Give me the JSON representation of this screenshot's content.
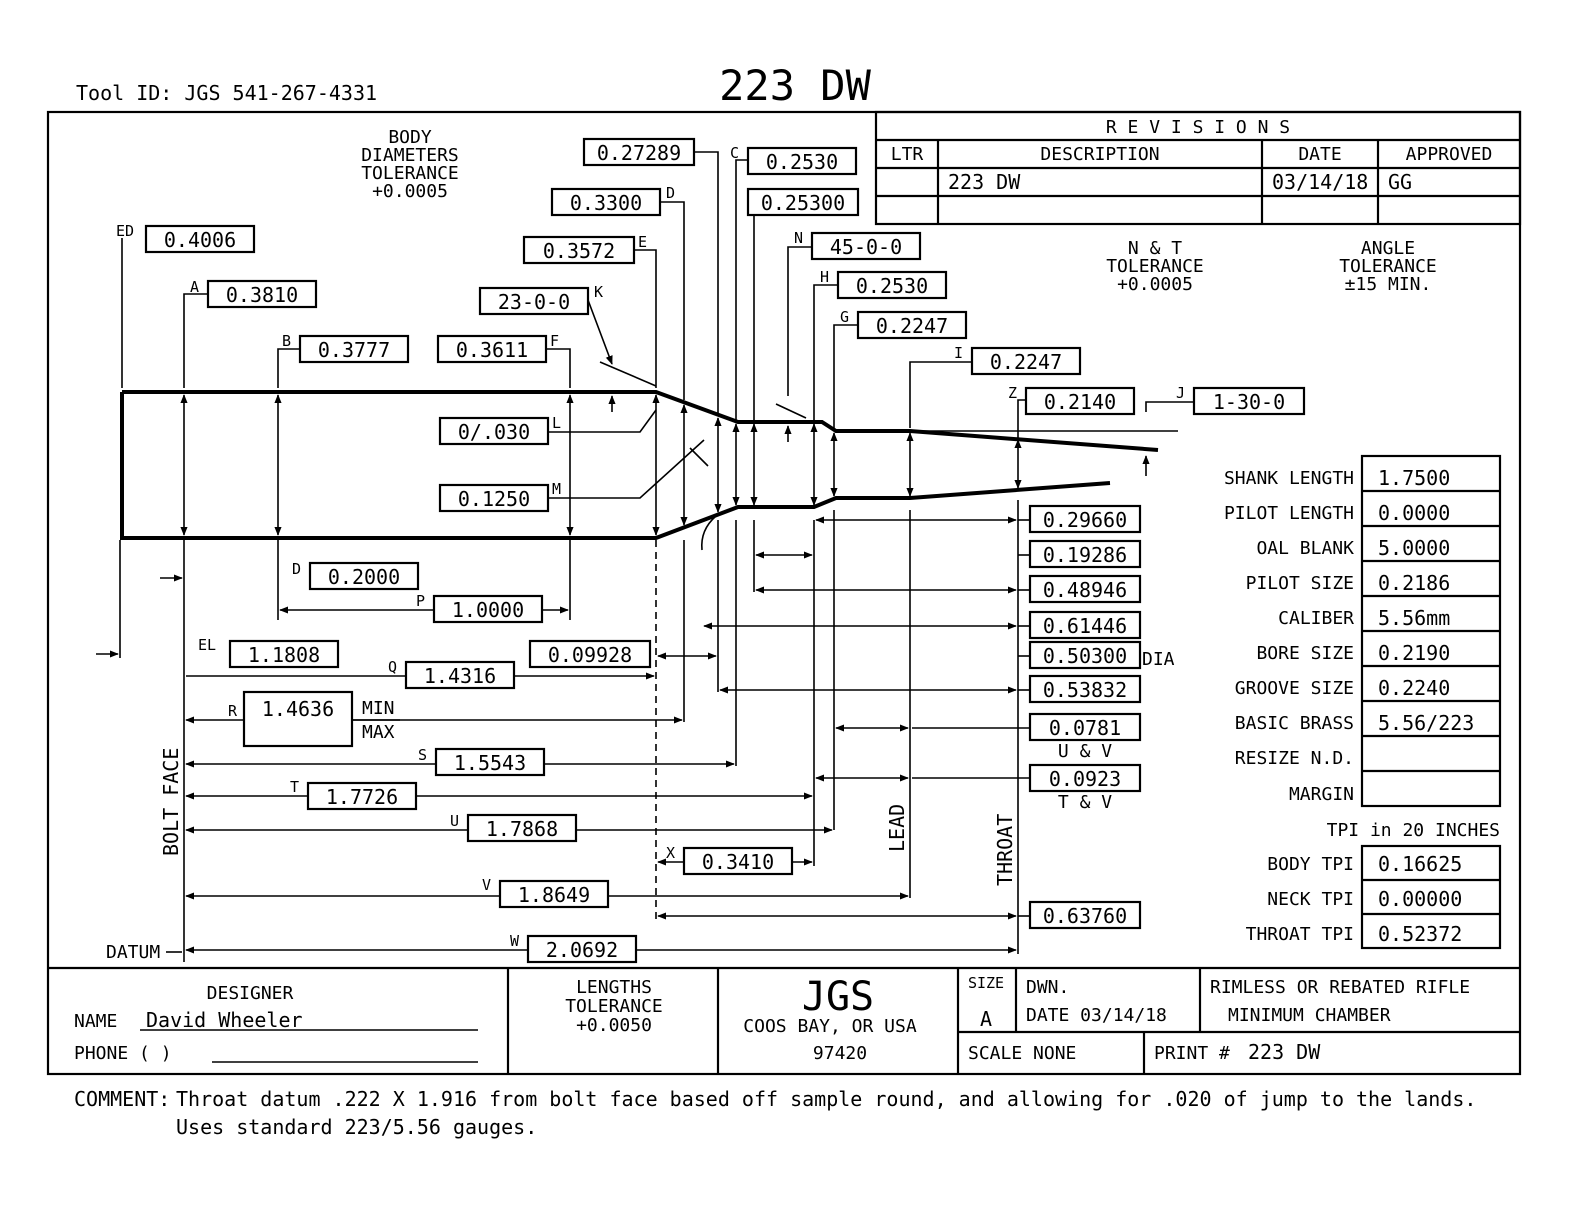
{
  "header": {
    "tool_id": "Tool ID: JGS 541-267-4331",
    "title": "223 DW"
  },
  "notes": {
    "body_tol": [
      "BODY",
      "DIAMETERS",
      "TOLERANCE",
      "+0.0005"
    ],
    "nt_tol": [
      "N & T",
      "TOLERANCE",
      "+0.0005"
    ],
    "angle_tol": [
      "ANGLE",
      "TOLERANCE",
      "±15 MIN."
    ]
  },
  "revisions": {
    "heading": "R E V I S I O N S",
    "columns": [
      "LTR",
      "DESCRIPTION",
      "DATE",
      "APPROVED"
    ],
    "rows": [
      {
        "ltr": "",
        "description": "223 DW",
        "date": "03/14/18",
        "approved": "GG"
      }
    ]
  },
  "dims": {
    "ED": "0.4006",
    "A": "0.3810",
    "B": "0.3777",
    "F": "0.3611",
    "E": "0.3572",
    "D_top": "0.3300",
    "top_first": "0.27289",
    "C": "0.2530",
    "C2": "0.25300",
    "N": "45-0-0",
    "H": "0.2530",
    "G": "0.2247",
    "I": "0.2247",
    "Z": "0.2140",
    "J": "1-30-0",
    "K": "23-0-0",
    "L": "0/.030",
    "M": "0.1250",
    "D_len": "0.2000",
    "P": "1.0000",
    "EL": "1.1808",
    "Q": "1.4316",
    "gap_q": "0.09928",
    "R": "1.4636",
    "S": "1.5543",
    "T": "1.7726",
    "U": "1.7868",
    "X": "0.3410",
    "V": "1.8649",
    "W": "2.0692"
  },
  "dim_letters": [
    "ED",
    "A",
    "B",
    "F",
    "E",
    "D",
    "C",
    "N",
    "H",
    "G",
    "I",
    "Z",
    "J",
    "K",
    "L",
    "M",
    "D",
    "P",
    "EL",
    "Q",
    "R",
    "S",
    "T",
    "U",
    "X",
    "V",
    "W"
  ],
  "r_minmax": [
    "MIN",
    "MAX"
  ],
  "right_stack": [
    "0.29660",
    "0.19286",
    "0.48946",
    "0.61446",
    "0.50300",
    "0.53832",
    "0.0781",
    "0.0923",
    "0.63760"
  ],
  "right_stack_notes": {
    "dia": "DIA",
    "uv": "U & V",
    "tv": "T & V"
  },
  "side_labels": {
    "bolt_face": "BOLT FACE",
    "lead": "LEAD",
    "throat": "THROAT",
    "datum": "DATUM"
  },
  "specs": [
    {
      "label": "SHANK LENGTH",
      "value": "1.7500"
    },
    {
      "label": "PILOT LENGTH",
      "value": "0.0000"
    },
    {
      "label": "OAL BLANK",
      "value": "5.0000"
    },
    {
      "label": "PILOT SIZE",
      "value": "0.2186"
    },
    {
      "label": "CALIBER",
      "value": "5.56mm"
    },
    {
      "label": "BORE SIZE",
      "value": "0.2190"
    },
    {
      "label": "GROOVE SIZE",
      "value": "0.2240"
    },
    {
      "label": "BASIC BRASS",
      "value": "5.56/223"
    },
    {
      "label": "RESIZE N.D.",
      "value": ""
    },
    {
      "label": "MARGIN",
      "value": ""
    }
  ],
  "tpi": {
    "heading": "TPI in 20 INCHES",
    "rows": [
      {
        "label": "BODY TPI",
        "value": "0.16625"
      },
      {
        "label": "NECK TPI",
        "value": "0.00000"
      },
      {
        "label": "THROAT TPI",
        "value": "0.52372"
      }
    ]
  },
  "title_block": {
    "designer_heading": "DESIGNER",
    "name_label": "NAME",
    "name_value": "David Wheeler",
    "phone_label": "PHONE (     )",
    "lengths_tol": [
      "LENGTHS",
      "TOLERANCE",
      "+0.0050"
    ],
    "company": "JGS",
    "city": "COOS BAY, OR USA",
    "zip": "97420",
    "size_label": "SIZE",
    "size_value": "A",
    "dwn": "DWN.",
    "date": "DATE 03/14/18",
    "desc1": "RIMLESS OR REBATED RIFLE",
    "desc2": "MINIMUM CHAMBER",
    "scale": "SCALE   NONE",
    "print_label": "PRINT #",
    "print_value": "223 DW"
  },
  "comment": {
    "label": "COMMENT:",
    "line1": "Throat datum .222 X 1.916 from bolt face based off sample round, and allowing for .020 of jump to the lands.",
    "line2": "Uses standard 223/5.56 gauges."
  }
}
